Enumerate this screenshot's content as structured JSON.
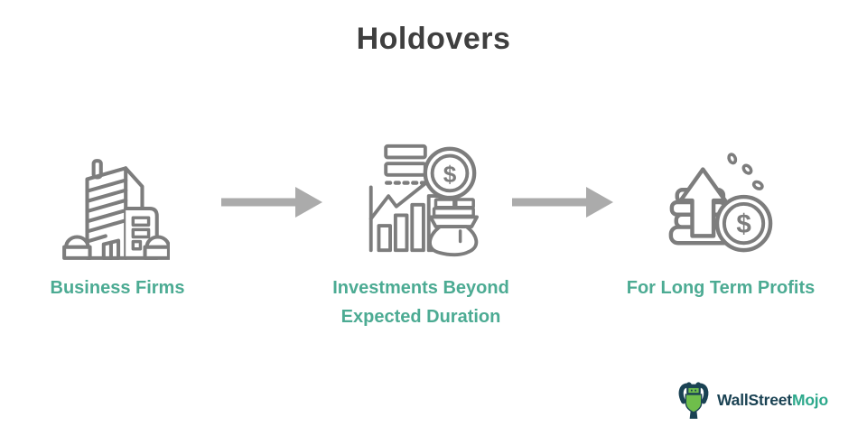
{
  "title": "Holdovers",
  "steps": [
    {
      "label": "Business Firms",
      "icon": "office-building-icon"
    },
    {
      "label": "Investments Beyond Expected Duration",
      "icon": "investment-growth-icon"
    },
    {
      "label": "For Long Term Profits",
      "icon": "rising-profit-coins-icon"
    }
  ],
  "connectors": [
    {
      "icon": "arrow-right-icon"
    },
    {
      "icon": "arrow-right-icon"
    }
  ],
  "icon_symbols": {
    "dollar": "$"
  },
  "logo": {
    "part1": "WallStreet",
    "part2": "Mojo",
    "icon": "wallstreetmojo-mascot-icon"
  },
  "colors": {
    "title_text": "#3f3f3f",
    "label_teal": "#4cab93",
    "icon_stroke_gray": "#7d7d7d",
    "arrow_gray": "#ababab",
    "logo_dark_teal": "#1a4253",
    "logo_green_teal": "#2ea98c",
    "mascot_green": "#6fbe4b",
    "background": "#ffffff"
  }
}
